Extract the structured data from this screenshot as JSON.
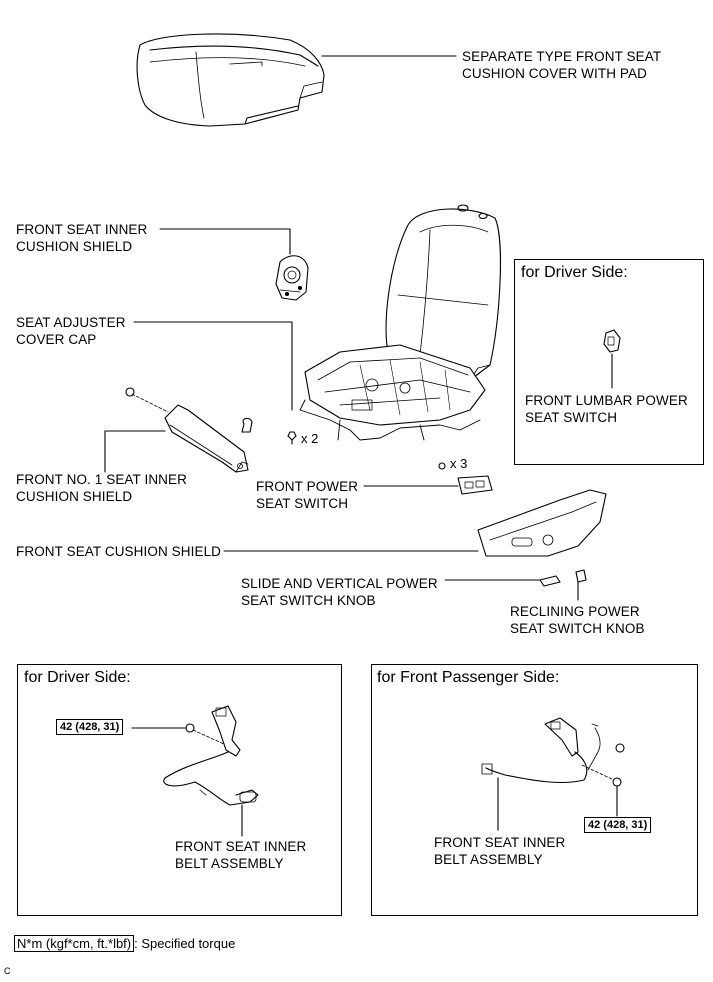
{
  "labels": {
    "cushion_cover": [
      "SEPARATE TYPE FRONT SEAT",
      "CUSHION COVER WITH PAD"
    ],
    "inner_cushion_shield": [
      "FRONT SEAT INNER",
      "CUSHION SHIELD"
    ],
    "adjuster_cap": [
      "SEAT ADJUSTER",
      "COVER CAP"
    ],
    "no1_inner_shield": [
      "FRONT NO. 1 SEAT INNER",
      "CUSHION SHIELD"
    ],
    "power_switch": [
      "FRONT POWER",
      "SEAT SWITCH"
    ],
    "cushion_shield": "FRONT SEAT CUSHION SHIELD",
    "slide_knob": [
      "SLIDE AND VERTICAL POWER",
      "SEAT SWITCH KNOB"
    ],
    "recline_knob": [
      "RECLINING POWER",
      "SEAT SWITCH KNOB"
    ],
    "lumbar_switch": [
      "FRONT LUMBAR POWER",
      "SEAT SWITCH"
    ],
    "belt_driver": [
      "FRONT SEAT INNER",
      "BELT ASSEMBLY"
    ],
    "belt_passenger": [
      "FRONT SEAT INNER",
      "BELT ASSEMBLY"
    ]
  },
  "counts": {
    "cap_qty": "x 2",
    "switch_screws": "x 3"
  },
  "boxes": {
    "lumbar_title": "for Driver Side:",
    "driver_title": "for Driver Side:",
    "passenger_title": "for Front Passenger Side:"
  },
  "torque": {
    "driver": "42 (428, 31)",
    "passenger": "42 (428, 31)"
  },
  "legend": {
    "unit": "N*m (kgf*cm, ft.*lbf)",
    "text": ": Specified torque"
  },
  "corner_code": "C"
}
